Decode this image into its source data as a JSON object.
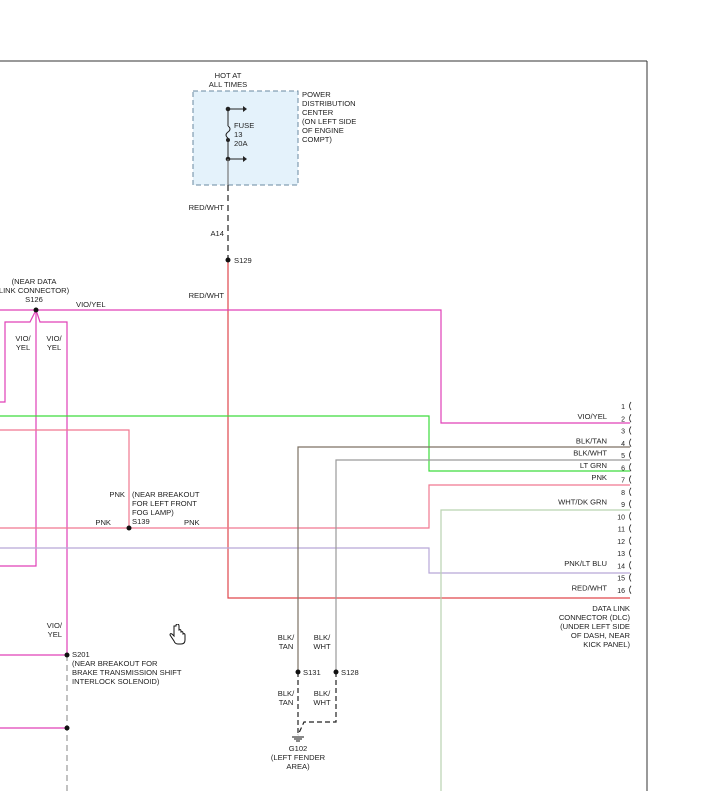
{
  "power": {
    "hot_at": [
      "HOT AT",
      "ALL TIMES"
    ],
    "pdc_label": [
      "POWER",
      "DISTRIBUTION",
      "CENTER",
      "(ON LEFT SIDE",
      "OF ENGINE",
      "COMPT)"
    ],
    "fuse": [
      "FUSE",
      "13",
      "20A"
    ]
  },
  "feed": {
    "wire_top": "RED/WHT",
    "connector": "A14",
    "splice": "S129",
    "wire_below": "RED/WHT"
  },
  "s126": {
    "label": [
      "(NEAR DATA",
      "LINK CONNECTOR)",
      "S126"
    ],
    "wire_right": "VIO/YEL",
    "drop_left": [
      "VIO/",
      "YEL"
    ],
    "drop_right": [
      "VIO/",
      "YEL"
    ]
  },
  "s139": {
    "wire_above": "PNK",
    "label": [
      "(NEAR BREAKOUT",
      "FOR LEFT FRONT",
      "FOG LAMP)",
      "S139"
    ],
    "wire_left": "PNK",
    "wire_right": "PNK"
  },
  "s201": {
    "wire_above": [
      "VIO/",
      "YEL"
    ],
    "label": [
      "S201",
      "(NEAR BREAKOUT FOR",
      "BRAKE TRANSMISSION SHIFT",
      "INTERLOCK SOLENOID)"
    ]
  },
  "grounds": {
    "s131": "S131",
    "s128": "S128",
    "blk_tan_upper": [
      "BLK/",
      "TAN"
    ],
    "blk_wht_upper": [
      "BLK/",
      "WHT"
    ],
    "blk_tan_lower": [
      "BLK/",
      "TAN"
    ],
    "blk_wht_lower": [
      "BLK/",
      "WHT"
    ],
    "g102": [
      "G102",
      "(LEFT FENDER",
      "AREA)"
    ]
  },
  "dlc": {
    "pin_numbers": [
      "1",
      "2",
      "3",
      "4",
      "5",
      "6",
      "7",
      "8",
      "9",
      "10",
      "11",
      "12",
      "13",
      "14",
      "15",
      "16"
    ],
    "pin_wires": {
      "2": "VIO/YEL",
      "4": "BLK/TAN",
      "5": "BLK/WHT",
      "6": "LT GRN",
      "7": "PNK",
      "9": "WHT/DK GRN",
      "14": "PNK/LT BLU",
      "16": "RED/WHT"
    },
    "label": [
      "DATA LINK",
      "CONNECTOR (DLC)",
      "(UNDER LEFT SIDE",
      "OF DASH, NEAR",
      "KICK PANEL)"
    ]
  },
  "colors": {
    "frame": "#333333",
    "red_wht": "#e0474c",
    "vio_yel": "#e040b8",
    "lt_grn": "#3ddc3d",
    "pnk": "#f07890",
    "wht_dk_grn": "#b9d3b0",
    "pnk_lt_blu": "#b8a8d8",
    "blu": "#9ec8de",
    "blk_tan": "#7d7164",
    "blk_wht": "#9a9a9a",
    "pdc_fill": "#e4f2fb"
  }
}
